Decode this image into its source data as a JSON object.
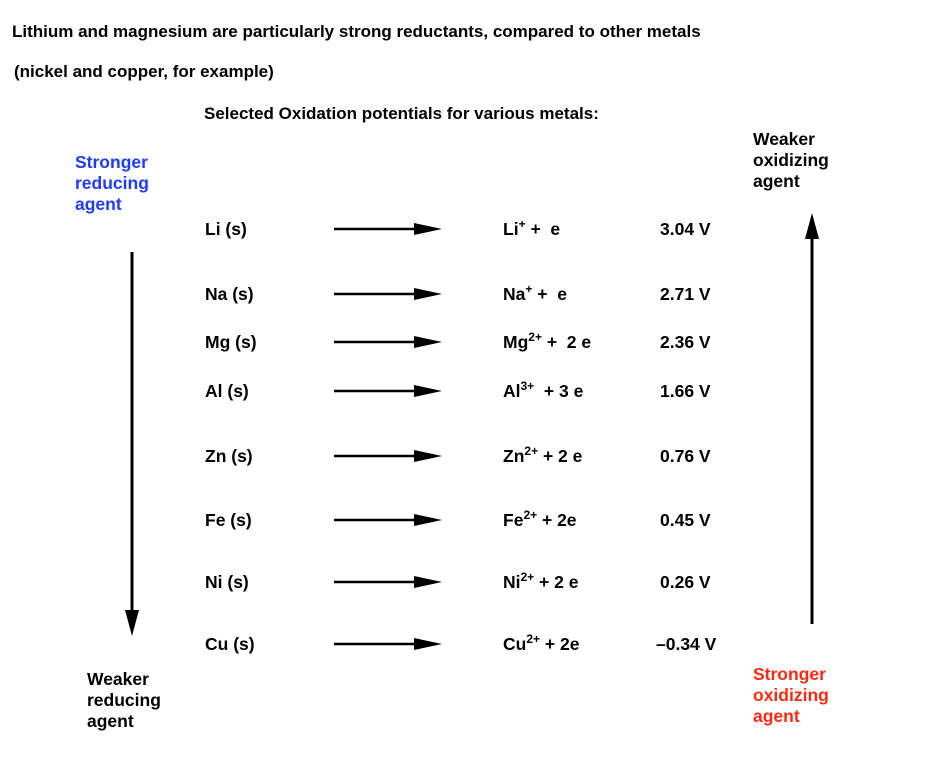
{
  "header": {
    "title_line1": "Lithium and magnesium are particularly strong reductants, compared to other metals",
    "title_line2": "(nickel and copper, for example)",
    "subtitle": "Selected Oxidation potentials for various metals:"
  },
  "labels": {
    "stronger_reducing": "Stronger reducing agent",
    "weaker_reducing": "Weaker reducing agent",
    "weaker_oxidizing": "Weaker oxidizing agent",
    "stronger_oxidizing": "Stronger oxidizing agent"
  },
  "colors": {
    "stronger_reducing": "#1f3bff",
    "stronger_oxidizing": "#ff2a12",
    "text": "#000000"
  },
  "reactions": [
    {
      "reactant": "Li (s)",
      "ion": "Li",
      "charge": "+",
      "electrons": " +  e",
      "potential": "3.04 V"
    },
    {
      "reactant": "Na (s)",
      "ion": "Na",
      "charge": "+",
      "electrons": " +  e",
      "potential": "2.71 V"
    },
    {
      "reactant": "Mg (s)",
      "ion": "Mg",
      "charge": "2+",
      "electrons": " +  2 e",
      "potential": "2.36 V"
    },
    {
      "reactant": "Al (s)",
      "ion": "Al",
      "charge": "3+",
      "electrons": "  + 3 e",
      "potential": "1.66 V"
    },
    {
      "reactant": "Zn (s)",
      "ion": "Zn",
      "charge": "2+",
      "electrons": " + 2 e",
      "potential": "0.76 V"
    },
    {
      "reactant": "Fe (s)",
      "ion": "Fe",
      "charge": "2+",
      "electrons": " + 2e",
      "potential": "0.45 V"
    },
    {
      "reactant": "Ni (s)",
      "ion": "Ni",
      "charge": "2+",
      "electrons": " + 2 e",
      "potential": "0.26 V"
    },
    {
      "reactant": "Cu (s)",
      "ion": "Cu",
      "charge": "2+",
      "electrons": " + 2e",
      "potential": "–0.34 V"
    }
  ]
}
